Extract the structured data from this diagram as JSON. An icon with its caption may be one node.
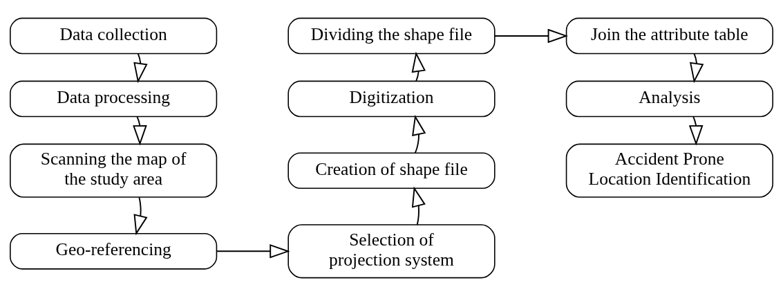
{
  "diagram": {
    "nodes": [
      {
        "text": [
          "Data collection"
        ]
      },
      {
        "text": [
          "Data processing"
        ]
      },
      {
        "text": [
          "Scanning the map of the study area"
        ]
      },
      {
        "text": [
          "Geo-referencing"
        ]
      },
      {
        "text": [
          "Selection of projection system"
        ]
      },
      {
        "text": [
          "Creation of shape file"
        ]
      },
      {
        "text": [
          "Digitization"
        ]
      },
      {
        "text": [
          "Dividing the shape file"
        ]
      },
      {
        "text": [
          "Join the attribute table"
        ]
      },
      {
        "text": [
          "Analysis"
        ]
      },
      {
        "text": [
          "Accident Prone Location Identification"
        ]
      }
    ],
    "edges": [
      {
        "from": 0,
        "to": 1,
        "arrow": "to"
      },
      {
        "from": 1,
        "to": 2,
        "arrow": "to"
      },
      {
        "from": 2,
        "to": 3,
        "arrow": "to"
      },
      {
        "from": 3,
        "to": 4,
        "arrow": "to"
      },
      {
        "from": 4,
        "to": 5,
        "arrow": "to"
      },
      {
        "from": 5,
        "to": 6,
        "arrow": "to"
      },
      {
        "from": 6,
        "to": 7,
        "arrow": "to"
      },
      {
        "from": 7,
        "to": 8,
        "arrow": "to"
      },
      {
        "from": 8,
        "to": 9,
        "arrow": "to"
      },
      {
        "from": 9,
        "to": 10,
        "arrow": "to"
      }
    ]
  }
}
